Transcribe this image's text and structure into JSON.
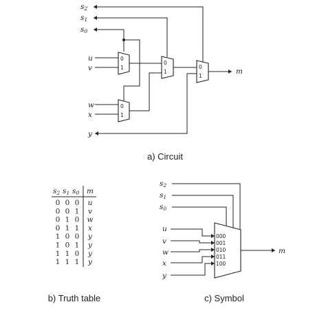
{
  "circuit": {
    "caption": "a) Circuit",
    "selects": [
      {
        "base": "s",
        "sub": "2"
      },
      {
        "base": "s",
        "sub": "1"
      },
      {
        "base": "s",
        "sub": "0"
      }
    ],
    "inputs": [
      "u",
      "v",
      "w",
      "x",
      "y"
    ],
    "output": "m",
    "mux_pins": [
      "0",
      "1"
    ]
  },
  "truth_table": {
    "caption": "b) Truth table",
    "headers": {
      "s2": "s",
      "s2_sub": "2",
      "s1": "s",
      "s1_sub": "1",
      "s0": "s",
      "s0_sub": "0",
      "m": "m"
    },
    "rows": [
      [
        "0",
        "0",
        "0",
        "u"
      ],
      [
        "0",
        "0",
        "1",
        "v"
      ],
      [
        "0",
        "1",
        "0",
        "w"
      ],
      [
        "0",
        "1",
        "1",
        "x"
      ],
      [
        "1",
        "0",
        "0",
        "y"
      ],
      [
        "1",
        "0",
        "1",
        "y"
      ],
      [
        "1",
        "1",
        "0",
        "y"
      ],
      [
        "1",
        "1",
        "1",
        "y"
      ]
    ]
  },
  "symbol": {
    "caption": "c) Symbol",
    "selects": [
      {
        "base": "s",
        "sub": "2"
      },
      {
        "base": "s",
        "sub": "1"
      },
      {
        "base": "s",
        "sub": "0"
      }
    ],
    "inputs": [
      "u",
      "v",
      "w",
      "x",
      "y"
    ],
    "pin_labels": [
      "000",
      "001",
      "010",
      "011",
      "100"
    ],
    "output": "m"
  }
}
